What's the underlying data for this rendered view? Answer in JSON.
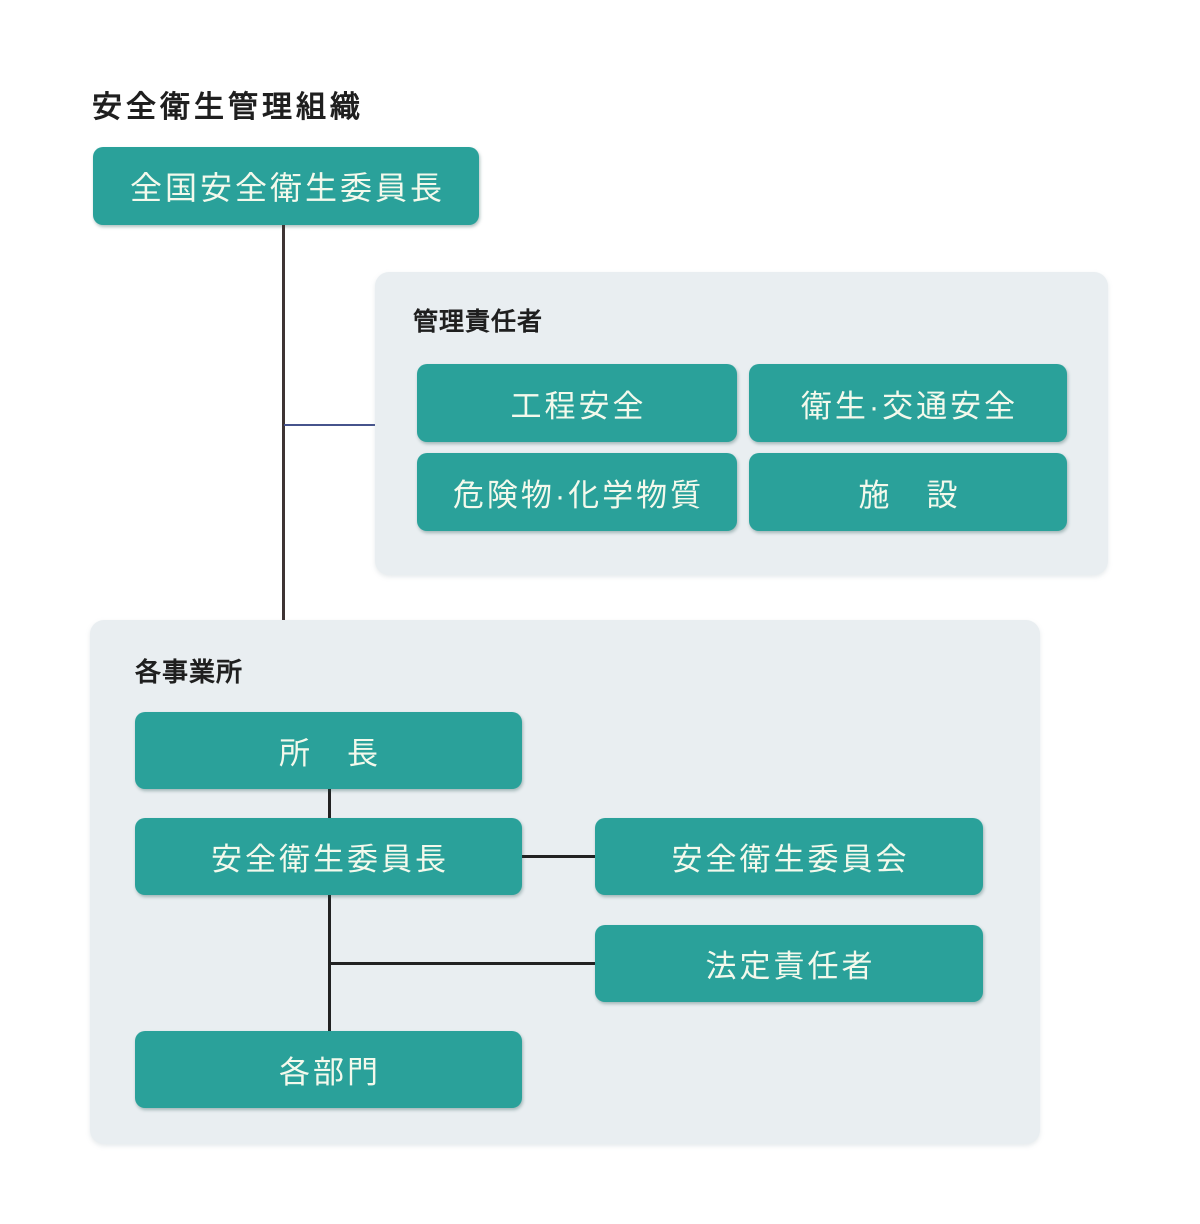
{
  "diagram": {
    "title": "安全衛生管理組織",
    "root": {
      "label": "全国安全衛生委員長"
    },
    "managers_panel": {
      "heading": "管理責任者",
      "items": [
        "工程安全",
        "衛生·交通安全",
        "危険物·化学物質",
        "施　設"
      ]
    },
    "sites_panel": {
      "heading": "各事業所",
      "director": "所　長",
      "committee_chair": "安全衛生委員長",
      "committee": "安全衛生委員会",
      "legal_officer": "法定責任者",
      "departments": "各部門"
    }
  },
  "colors": {
    "box_fill": "#2aa19a",
    "box_text": "#f3f9ec",
    "panel_fill": "#e9eef1",
    "heading_text": "#1f1f1f",
    "connector_dark": "#3e3434",
    "connector_black": "#222222",
    "connector_navy": "#46538c"
  }
}
